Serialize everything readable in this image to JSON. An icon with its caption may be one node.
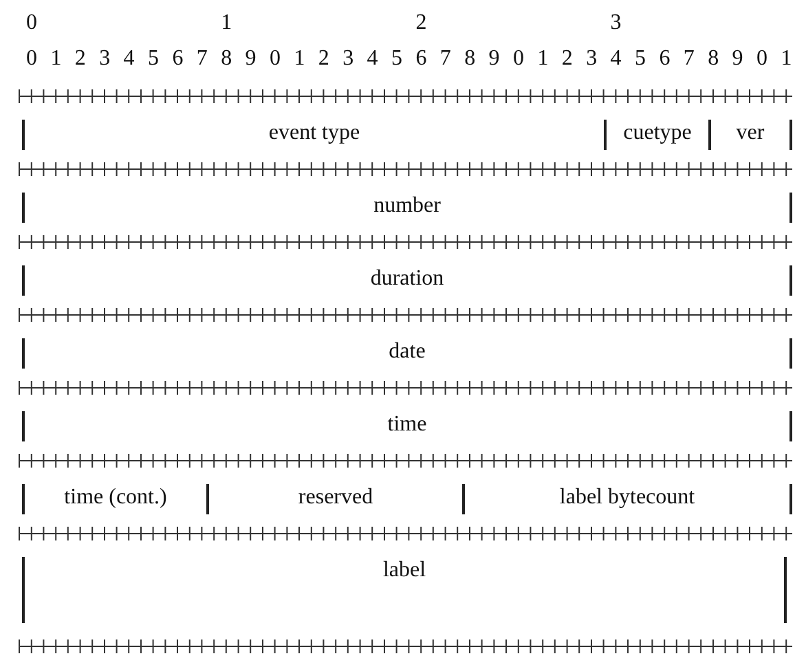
{
  "diagram": {
    "nodes": [
      {
        "text": [
          "event type"
        ]
      },
      {
        "text": [
          "cuetype"
        ]
      },
      {
        "text": [
          "ver"
        ]
      },
      {
        "text": [
          "number"
        ]
      },
      {
        "text": [
          "duration"
        ]
      },
      {
        "text": [
          "date"
        ]
      },
      {
        "text": [
          "time"
        ]
      },
      {
        "text": [
          "time (cont.)"
        ]
      },
      {
        "text": [
          "reserved"
        ]
      },
      {
        "text": [
          "label bytecount"
        ]
      },
      {
        "text": [
          "label"
        ]
      }
    ],
    "labels": [
      "0",
      "1",
      "2",
      "3",
      "0",
      "1",
      "2",
      "3",
      "4",
      "5",
      "6",
      "7",
      "8",
      "9",
      "0",
      "1",
      "2",
      "3",
      "4",
      "5",
      "6",
      "7",
      "8",
      "9",
      "0",
      "1",
      "2",
      "3",
      "4",
      "5",
      "6",
      "7",
      "8",
      "9",
      "0",
      "1"
    ]
  }
}
